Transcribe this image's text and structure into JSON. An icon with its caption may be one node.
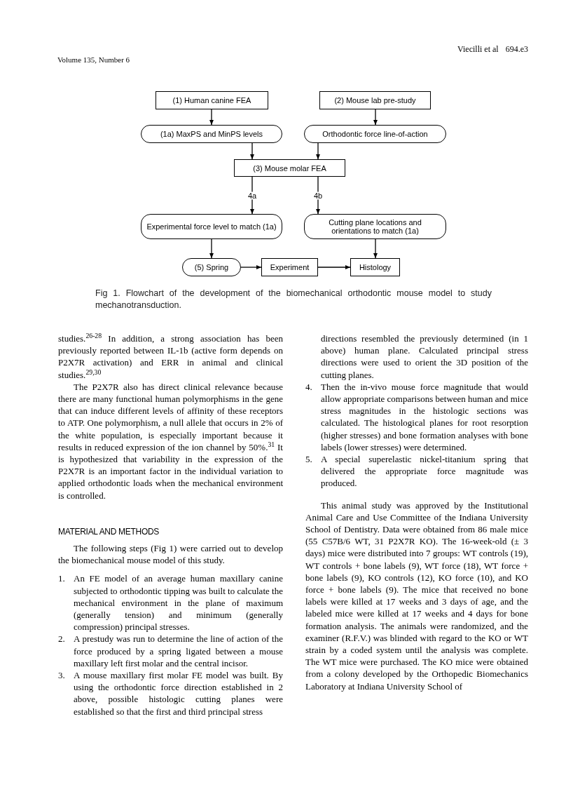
{
  "diagram": {
    "caption": "Fig 1. Flowchart of the development of the biomechanical orthodontic mouse model to study mechanotransduction.",
    "nodes": [
      {
        "text": [
          "(1) Human canine FEA"
        ]
      },
      {
        "text": [
          "(2) Mouse lab pre-study"
        ]
      },
      {
        "text": [
          "(1a) MaxPS and MinPS levels"
        ]
      },
      {
        "text": [
          "Orthodontic force line-of-action"
        ]
      },
      {
        "text": [
          "(3) Mouse molar FEA"
        ]
      },
      {
        "text": [
          "Experimental force level to match (1a)"
        ]
      },
      {
        "text": [
          "Cutting plane locations and orientations to match (1a)"
        ]
      },
      {
        "text": [
          "(5) Spring"
        ]
      },
      {
        "text": [
          "Experiment"
        ]
      },
      {
        "text": [
          "Histology"
        ]
      }
    ],
    "edges": [
      {
        "from": 0,
        "to": 2,
        "arrow": "to"
      },
      {
        "from": 1,
        "to": 3,
        "arrow": "to"
      },
      {
        "from": 2,
        "to": 4,
        "arrow": "to"
      },
      {
        "from": 3,
        "to": 4,
        "arrow": "to"
      },
      {
        "from": 4,
        "to": 5,
        "arrow": "to",
        "label": "4a"
      },
      {
        "from": 4,
        "to": 6,
        "arrow": "to",
        "label": "4b"
      },
      {
        "from": 5,
        "to": 7,
        "arrow": "to"
      },
      {
        "from": 6,
        "to": 9,
        "arrow": "to"
      },
      {
        "from": 7,
        "to": 8,
        "arrow": "to"
      },
      {
        "from": 8,
        "to": 9,
        "arrow": "to"
      }
    ],
    "labels": [
      "Volume 135, Number 6",
      "Viecilli et al",
      "694.e3",
      "studies.$^{26-28}$ In addition, a strong association has been previously reported between IL-1b (active form depends on P2X7R activation) and ERR in animal and clinical studies.$^{29,30}$",
      "The P2X7R also has direct clinical relevance because there are many functional human polymorphisms in the gene that can induce different levels of affinity of these receptors to ATP. One polymorphism, a null allele that occurs in 2% of the white population, is especially important because it results in reduced expression of the ion channel by 50%.$^{31}$ It is hypothesized that variability in the expression of the P2X7R is an important factor in the individual variation to applied orthodontic loads when the mechanical environment is controlled.",
      "MATERIAL AND METHODS",
      "The following steps (Fig 1) were carried out to develop the biomechanical mouse model of this study.",
      "1.",
      "An FE model of an average human maxillary canine subjected to orthodontic tipping was built to calculate the mechanical environment in the plane of maximum (generally tension) and minimum (generally compression) principal stresses.",
      "2.",
      "A prestudy was run to determine the line of action of the force produced by a spring ligated between a mouse maxillary left first molar and the central incisor.",
      "3.",
      "A mouse maxillary first molar FE model was built. By using the orthodontic force direction established in 2 above, possible histologic cutting planes were established so that the first and third principal stress",
      "directions resembled the previously determined (in 1 above) human plane. Calculated principal stress directions were used to orient the 3D position of the cutting planes.",
      "4.",
      "Then the in-vivo mouse force magnitude that would allow appropriate comparisons between human and mice stress magnitudes in the histologic sections was calculated. The histological planes for root resorption (higher stresses) and bone formation analyses with bone labels (lower stresses) were determined.",
      "5.",
      "A special superelastic nickel-titanium spring that delivered the appropriate force magnitude was produced.",
      "This animal study was approved by the Institutional Animal Care and Use Committee of the Indiana University School of Dentistry. Data were obtained from 86 male mice (55 C57B/6 WT, 31 P2X7R KO). The 16-week-old (± 3 days) mice were distributed into 7 groups: WT controls (19), WT controls + bone labels (9), WT force (18), WT force + bone labels (9), KO controls (12), KO force (10), and KO force + bone labels (9). The mice that received no bone labels were killed at 17 weeks and 3 days of age, and the labeled mice were killed at 17 weeks and 4 days for bone formation analysis. The animals were randomized, and the examiner (R.F.V.) was blinded with regard to the KO or WT strain by a coded system until the analysis was complete. The WT mice were purchased. The KO mice were obtained from a colony developed by the Orthopedic Biomechanics Laboratory at Indiana University School of"
    ]
  }
}
